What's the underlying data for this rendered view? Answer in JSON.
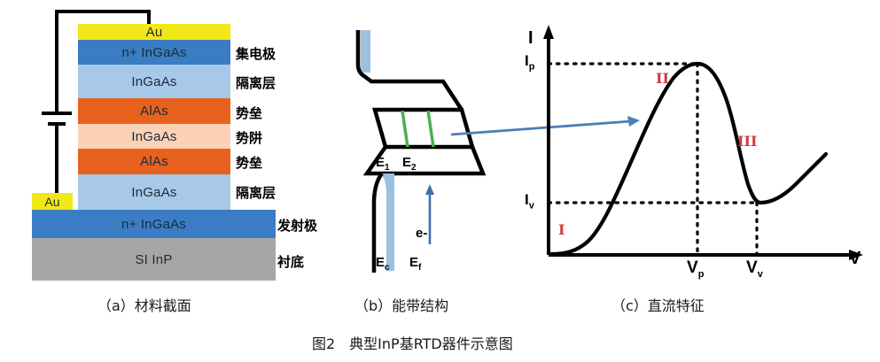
{
  "figure": {
    "main_caption": "图2　典型InP基RTD器件示意图",
    "sub_captions": [
      {
        "id": "a",
        "text": "（a）材料截面"
      },
      {
        "id": "b",
        "text": "（b）能带结构"
      },
      {
        "id": "c",
        "text": "（c）直流特征"
      }
    ]
  },
  "panel_a": {
    "title": "材料截面",
    "layers": [
      {
        "material": "Au",
        "role": "",
        "color": "#f2e817"
      },
      {
        "material": "n+ InGaAs",
        "role": "集电极",
        "color": "#3a7dc4"
      },
      {
        "material": "InGaAs",
        "role": "隔离层",
        "color": "#a8c8e8"
      },
      {
        "material": "AlAs",
        "role": "势垒",
        "color": "#e8621e"
      },
      {
        "material": "InGaAs",
        "role": "势阱",
        "color": "#fbd2b6"
      },
      {
        "material": "AlAs",
        "role": "势垒",
        "color": "#e8621e"
      },
      {
        "material": "InGaAs",
        "role": "隔离层",
        "color": "#a8c8e8"
      },
      {
        "material": "n+ InGaAs",
        "role": "发射极",
        "color": "#3a7dc4"
      },
      {
        "material": "SI InP",
        "role": "衬底",
        "color": "#a6a6a6"
      }
    ],
    "bottom_contact": {
      "material": "Au",
      "color": "#f2e817"
    },
    "circuit": {
      "element": "battery-symbol"
    }
  },
  "panel_b": {
    "title": "能带结构",
    "labels": {
      "e1": "E",
      "e1_sub": "1",
      "e2": "E",
      "e2_sub": "2",
      "ec": "E",
      "ec_sub": "c",
      "ef": "E",
      "ef_sub": "f",
      "carrier": "e-"
    },
    "colors": {
      "band_line": "#000000",
      "fermi_fill": "#9cc0e0",
      "resonant_level": "#4caf50",
      "carrier_arrow": "#3f6fa8"
    }
  },
  "panel_c": {
    "title": "直流特征",
    "axes": {
      "x_label": "V",
      "y_label": "I"
    },
    "ticks": {
      "ip": "I",
      "ip_sub": "p",
      "iv": "I",
      "iv_sub": "v",
      "vp": "V",
      "vp_sub": "p",
      "vv": "V",
      "vv_sub": "v"
    },
    "regions": [
      {
        "label": "I",
        "meaning": "positive-differential-resistance-low"
      },
      {
        "label": "II",
        "meaning": "positive-differential-resistance-rising"
      },
      {
        "label": "III",
        "meaning": "negative-differential-resistance"
      }
    ],
    "region_color": "#d23b3b",
    "link_arrow_color": "#4a7fb5"
  },
  "chart_data": {
    "type": "line",
    "title": "直流特征 (I–V characteristic of resonant tunneling diode)",
    "xlabel": "V",
    "ylabel": "I",
    "xlim": [
      0,
      1.0
    ],
    "ylim": [
      0,
      1.12
    ],
    "grid": false,
    "legend": null,
    "x_ticks": [
      {
        "value": 0.46,
        "label": "Vp"
      },
      {
        "value": 0.64,
        "label": "Vv"
      }
    ],
    "y_ticks": [
      {
        "value": 1.0,
        "label": "Ip"
      },
      {
        "value": 0.27,
        "label": "Iv"
      }
    ],
    "annotations": [
      {
        "label": "I",
        "x": 0.05,
        "y": 0.12,
        "color": "#d23b3b"
      },
      {
        "label": "II",
        "x": 0.36,
        "y": 0.86,
        "color": "#d23b3b"
      },
      {
        "label": "III",
        "x": 0.6,
        "y": 0.57,
        "color": "#d23b3b"
      }
    ],
    "guide_lines": [
      {
        "orientation": "horizontal",
        "value": 1.0,
        "style": "dotted",
        "label": "Ip"
      },
      {
        "orientation": "horizontal",
        "value": 0.27,
        "style": "dotted",
        "label": "Iv"
      },
      {
        "orientation": "vertical",
        "value": 0.46,
        "style": "dotted",
        "label": "Vp"
      },
      {
        "orientation": "vertical",
        "value": 0.64,
        "style": "dotted",
        "label": "Vv"
      }
    ],
    "series": [
      {
        "name": "I(V)",
        "x": [
          0.0,
          0.04,
          0.08,
          0.12,
          0.16,
          0.2,
          0.24,
          0.28,
          0.32,
          0.36,
          0.4,
          0.44,
          0.46,
          0.48,
          0.52,
          0.56,
          0.6,
          0.63,
          0.64,
          0.68,
          0.74,
          0.8,
          0.86,
          0.92
        ],
        "y": [
          0.0,
          0.01,
          0.03,
          0.07,
          0.14,
          0.24,
          0.37,
          0.52,
          0.68,
          0.82,
          0.93,
          0.99,
          1.0,
          0.99,
          0.93,
          0.78,
          0.52,
          0.3,
          0.27,
          0.26,
          0.29,
          0.34,
          0.41,
          0.48
        ]
      }
    ]
  }
}
